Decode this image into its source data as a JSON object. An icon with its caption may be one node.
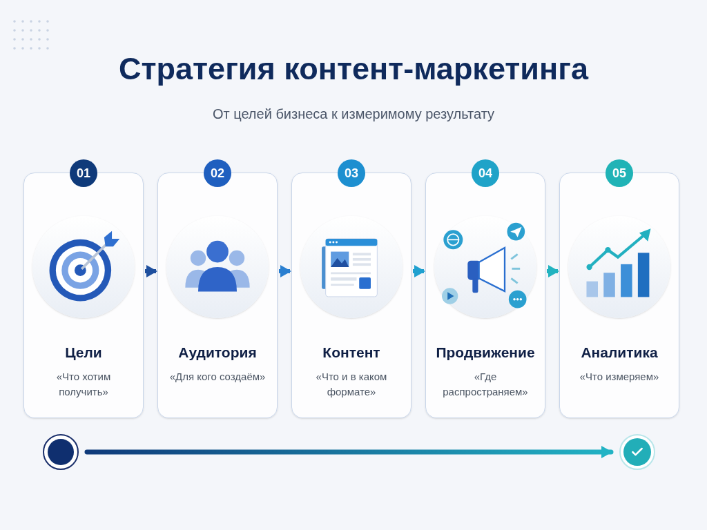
{
  "diagram": {
    "title": "Стратегия контент-маркетинга",
    "caption": "От целей бизнеса к измеримому результату",
    "nodes": [
      {
        "text": [
          "01",
          "Цели",
          "«Что хотим получить»"
        ]
      },
      {
        "text": [
          "02",
          "Аудитория",
          "«Для кого создаём»"
        ]
      },
      {
        "text": [
          "03",
          "Контент",
          "«Что и в каком формате»"
        ]
      },
      {
        "text": [
          "04",
          "Продвижение",
          "«Где распространяем»"
        ]
      },
      {
        "text": [
          "05",
          "Аналитика",
          "«Что измеряем»"
        ]
      },
      {
        "text": [],
        "shape": "circle"
      },
      {
        "text": [],
        "shape": "circle"
      }
    ],
    "edges": [
      {
        "from": 0,
        "to": 1,
        "arrow": "to",
        "color": "#1e4f9e"
      },
      {
        "from": 1,
        "to": 2,
        "arrow": "to",
        "color": "#2a7fd0"
      },
      {
        "from": 2,
        "to": 3,
        "arrow": "to",
        "color": "#1fa0d0"
      },
      {
        "from": 3,
        "to": 4,
        "arrow": "to",
        "color": "#22b3c0"
      },
      {
        "from": 5,
        "to": 6,
        "arrow": "to",
        "style": "thick",
        "color": "#22b3c4"
      }
    ]
  }
}
